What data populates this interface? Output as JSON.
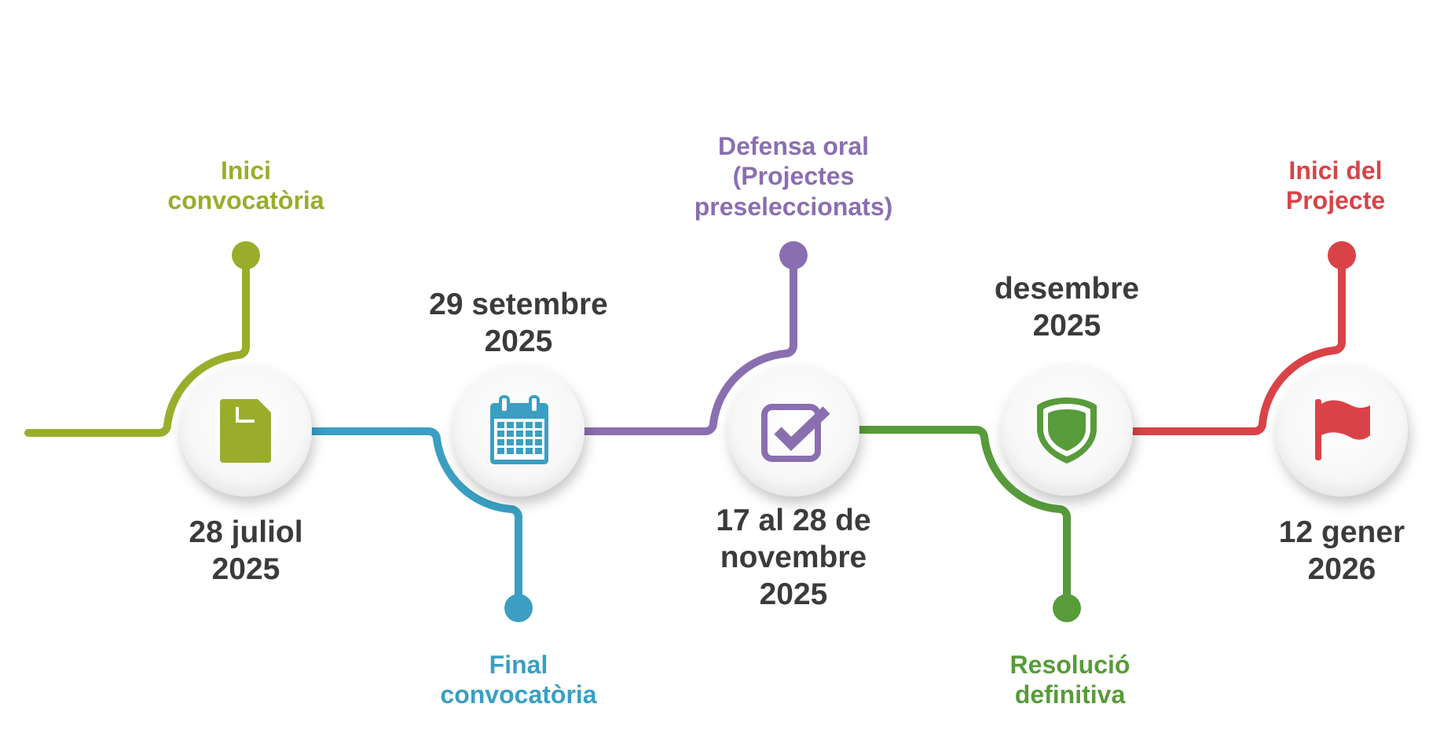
{
  "timeline": {
    "milestones": [
      {
        "event": "Inici\nconvocatòria",
        "date": "28 juliol\n2025",
        "color": "#9aad2b",
        "icon": "document-icon"
      },
      {
        "event": "Final\nconvocatòria",
        "date": "29 setembre\n2025",
        "color": "#3a9fc2",
        "icon": "calendar-icon"
      },
      {
        "event": "Defensa oral\n(Projectes\npreseleccionats)",
        "date": "17 al 28 de\nnovembre\n2025",
        "color": "#8a6fb0",
        "icon": "checkbox-icon"
      },
      {
        "event": "Resolució\ndefinitiva",
        "date": "desembre\n2025",
        "color": "#579b3a",
        "icon": "shield-icon"
      },
      {
        "event": "Inici del\nProjecte",
        "date": "12 gener\n2026",
        "color": "#d94347",
        "icon": "flag-icon"
      }
    ]
  }
}
